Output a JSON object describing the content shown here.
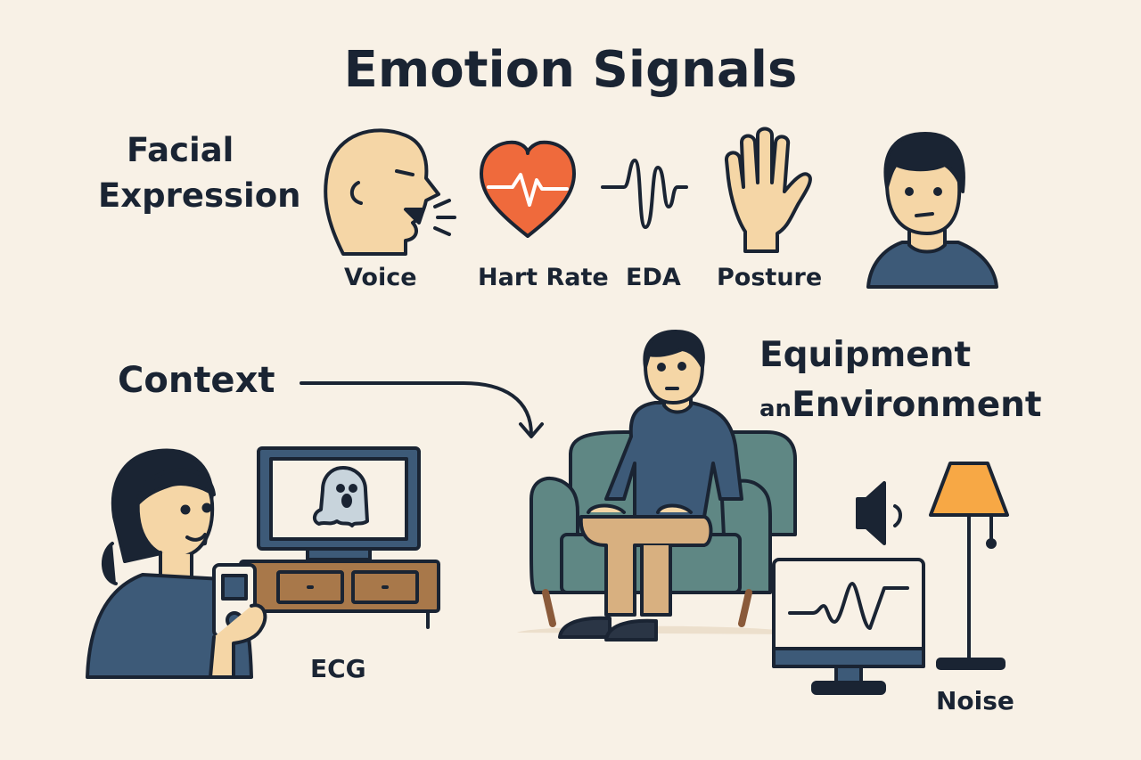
{
  "title": "Emotion Signals",
  "signals": {
    "facial_line1": "Facial",
    "facial_line2": "Expression",
    "voice": "Voice",
    "heart_rate": "Hart Rate",
    "eda": "EDA",
    "posture": "Posture"
  },
  "context": "Context",
  "equipment": {
    "line1": "Equipment",
    "line2_prefix": "an",
    "line2_main": "Environment"
  },
  "ecg": "ECG",
  "noise": "Noise",
  "colors": {
    "background": "#f8f1e6",
    "ink": "#1a2433",
    "skin": "#f5d6a6",
    "shirt": "#3d5a78",
    "heart": "#ef6a3c",
    "sofa": "#5f8784",
    "lamp_shade": "#f7a845",
    "wood": "#a8784a",
    "pants": "#d8b080"
  },
  "icons": [
    "head-speaking-icon",
    "heart-icon",
    "eda-wave-icon",
    "hand-icon",
    "person-bust-icon",
    "arrow-icon",
    "tv-ghost-icon",
    "sofa-person-icon",
    "speaker-icon",
    "lamp-icon",
    "monitor-icon",
    "ecg-device-icon"
  ]
}
